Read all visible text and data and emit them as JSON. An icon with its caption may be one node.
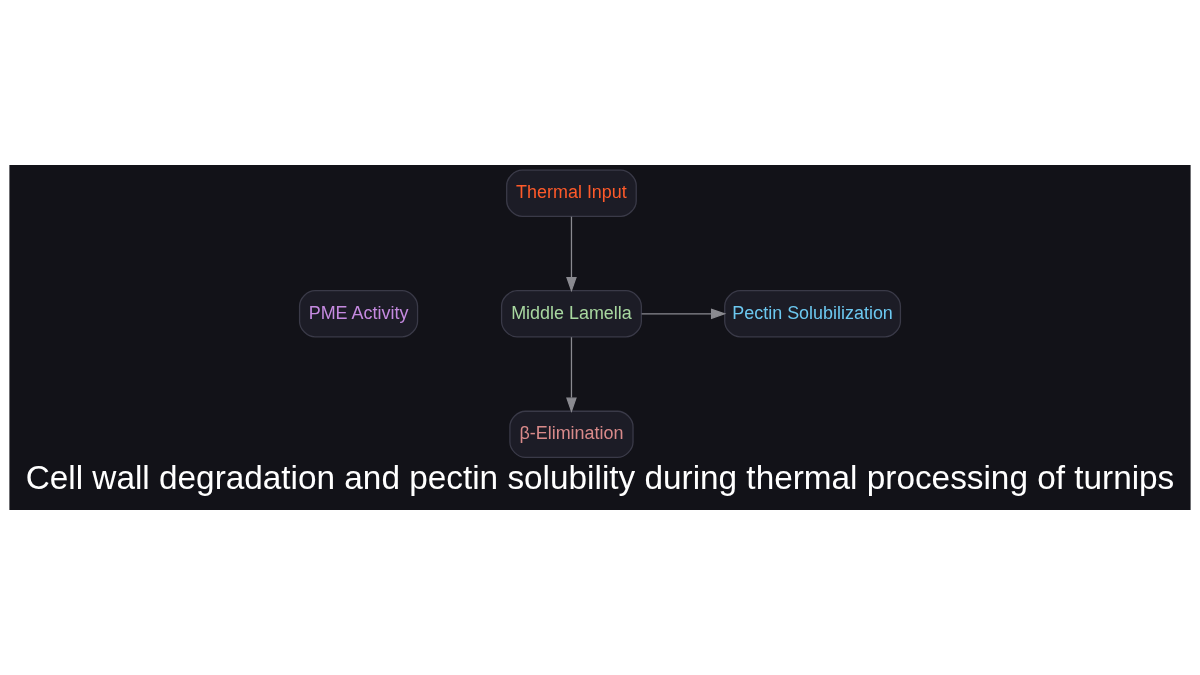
{
  "diagram": {
    "title": "Cell wall degradation and pectin solubility during thermal processing of turnips",
    "nodes": [
      {
        "text": [
          "Thermal Input"
        ]
      },
      {
        "text": [
          "PME Activity"
        ]
      },
      {
        "text": [
          "Middle Lamella"
        ]
      },
      {
        "text": [
          "Pectin Solubilization"
        ]
      },
      {
        "text": [
          "β-Elimination"
        ]
      }
    ],
    "edges": [
      {
        "from": 0,
        "to": 2,
        "arrow": "to"
      },
      {
        "from": 2,
        "to": 3,
        "arrow": "to"
      },
      {
        "from": 2,
        "to": 4,
        "arrow": "to"
      }
    ]
  }
}
